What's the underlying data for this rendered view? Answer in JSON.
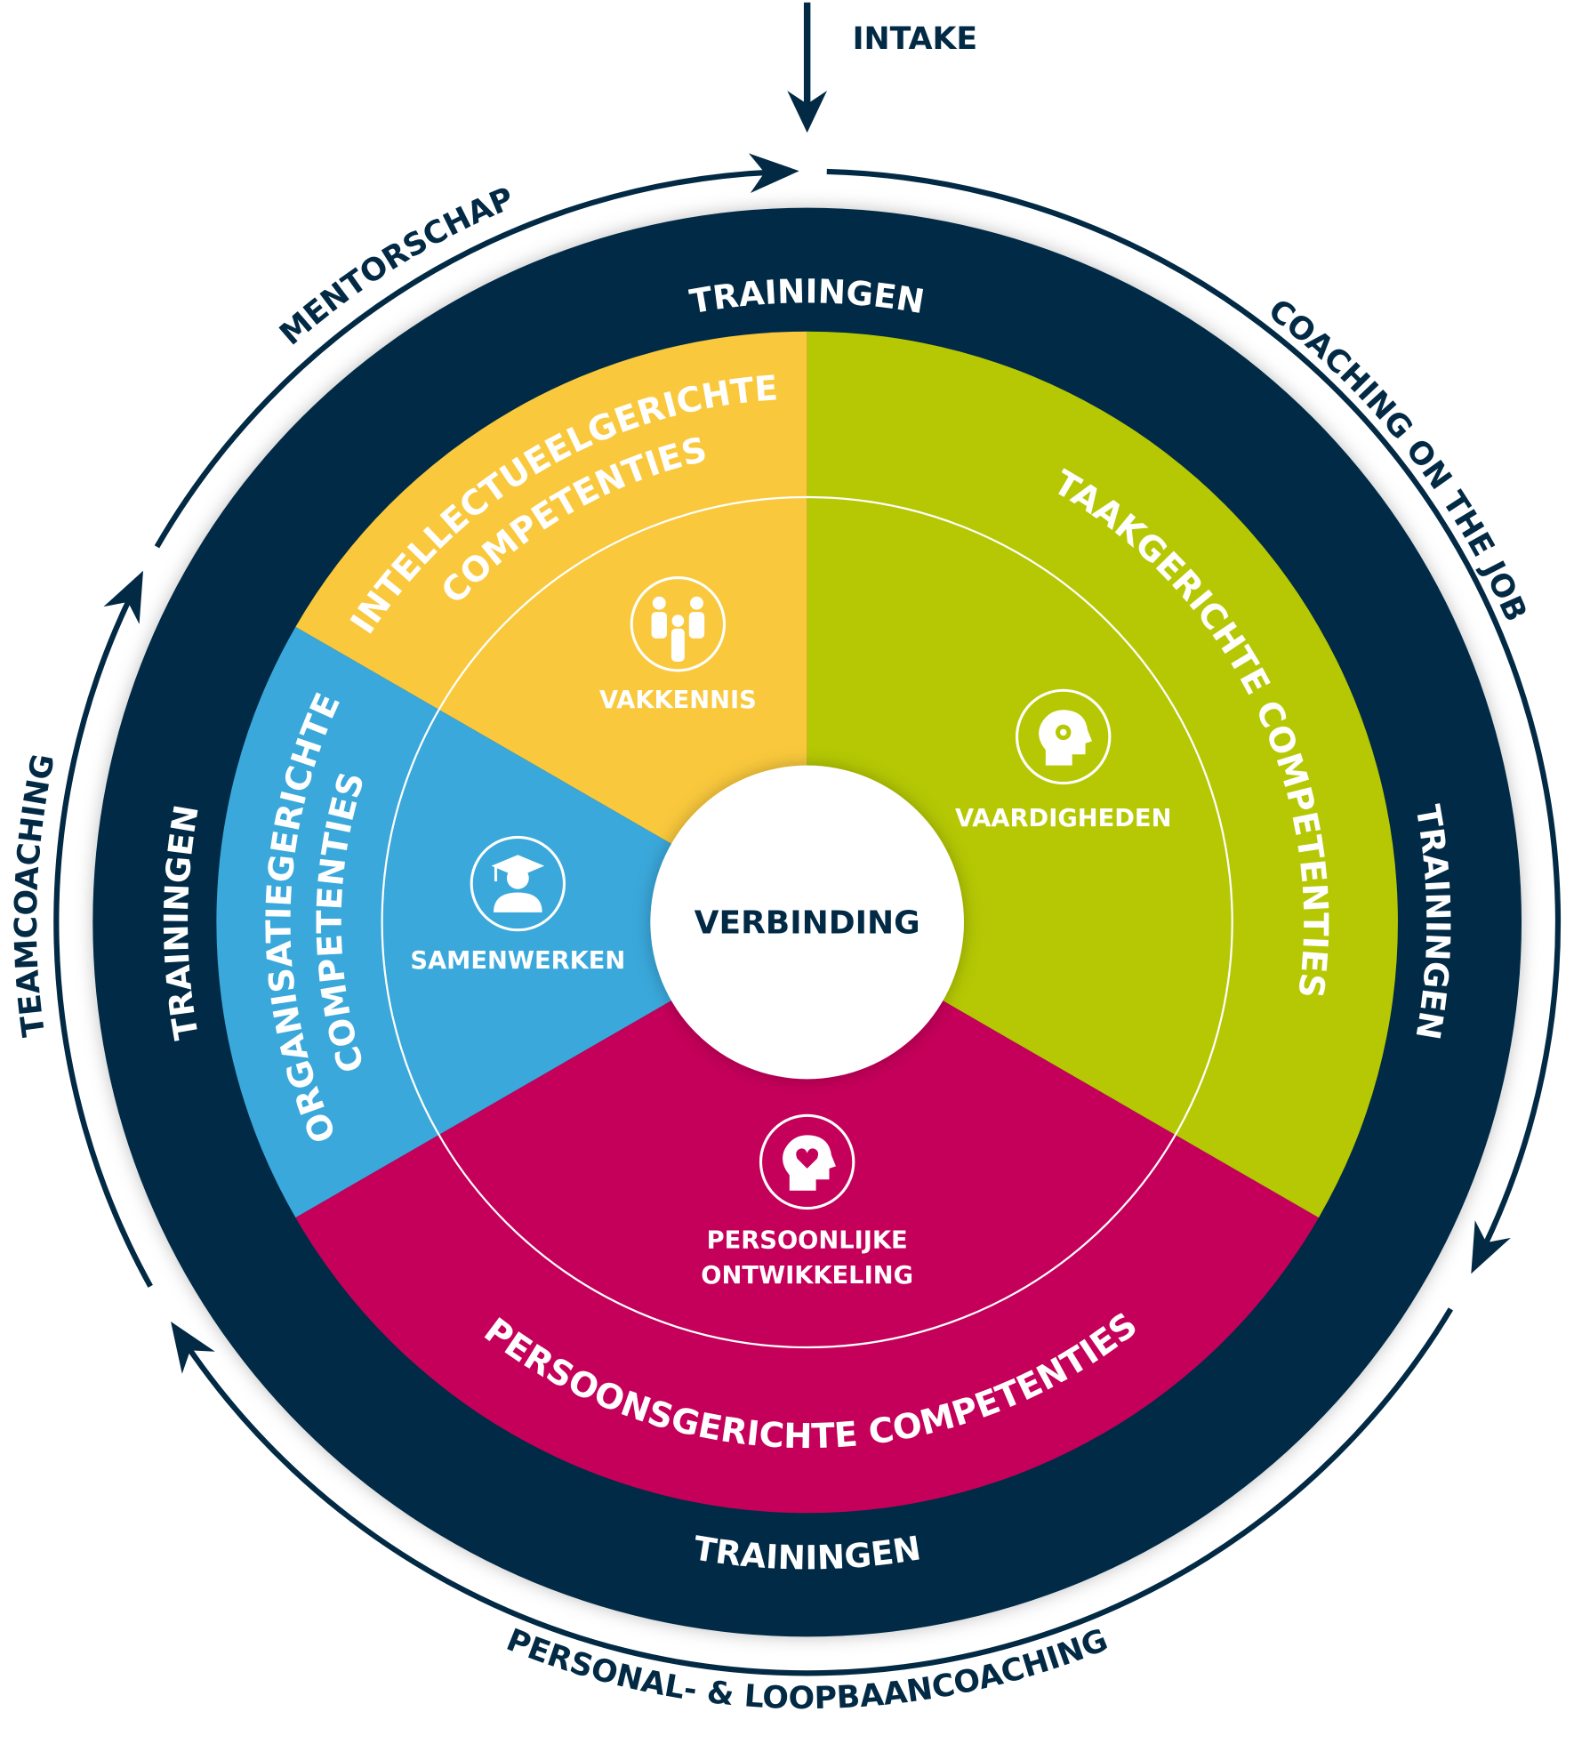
{
  "colors": {
    "navy": "#022a45",
    "yellow": "#f9c83c",
    "green": "#b5c803",
    "blue": "#3aa8db",
    "magenta": "#c5005a"
  },
  "outer": {
    "intake": "INTAKE",
    "mentorschap": "MENTORSCHAP",
    "coaching_on_the_job": "COACHING ON THE JOB",
    "teamcoaching": "TEAMCOACHING",
    "personal_loopbaan": "PERSONAL- & LOOPBAANCOACHING"
  },
  "ring": {
    "top": "TRAININGEN",
    "left": "TRAININGEN",
    "right": "TRAININGEN",
    "bottom": "TRAININGEN"
  },
  "segments": {
    "intellectueel": {
      "line1": "INTELLECTUEELGERICHTE",
      "line2": "COMPETENTIES",
      "inner": "VAKKENNIS",
      "icon": "people-group-icon"
    },
    "taak": {
      "line1": "TAAKGERICHTE COMPETENTIES",
      "inner": "VAARDIGHEDEN",
      "icon": "head-gear-icon"
    },
    "organisatie": {
      "line1": "ORGANISATIEGERICHTE",
      "line2": "COMPETENTIES",
      "inner": "SAMENWERKEN",
      "icon": "graduate-icon"
    },
    "persoons": {
      "line1": "PERSOONSGERICHTE COMPETENTIES",
      "inner1": "PERSOONLIJKE",
      "inner2": "ONTWIKKELING",
      "icon": "head-heart-icon"
    }
  },
  "center": {
    "label": "VERBINDING"
  }
}
